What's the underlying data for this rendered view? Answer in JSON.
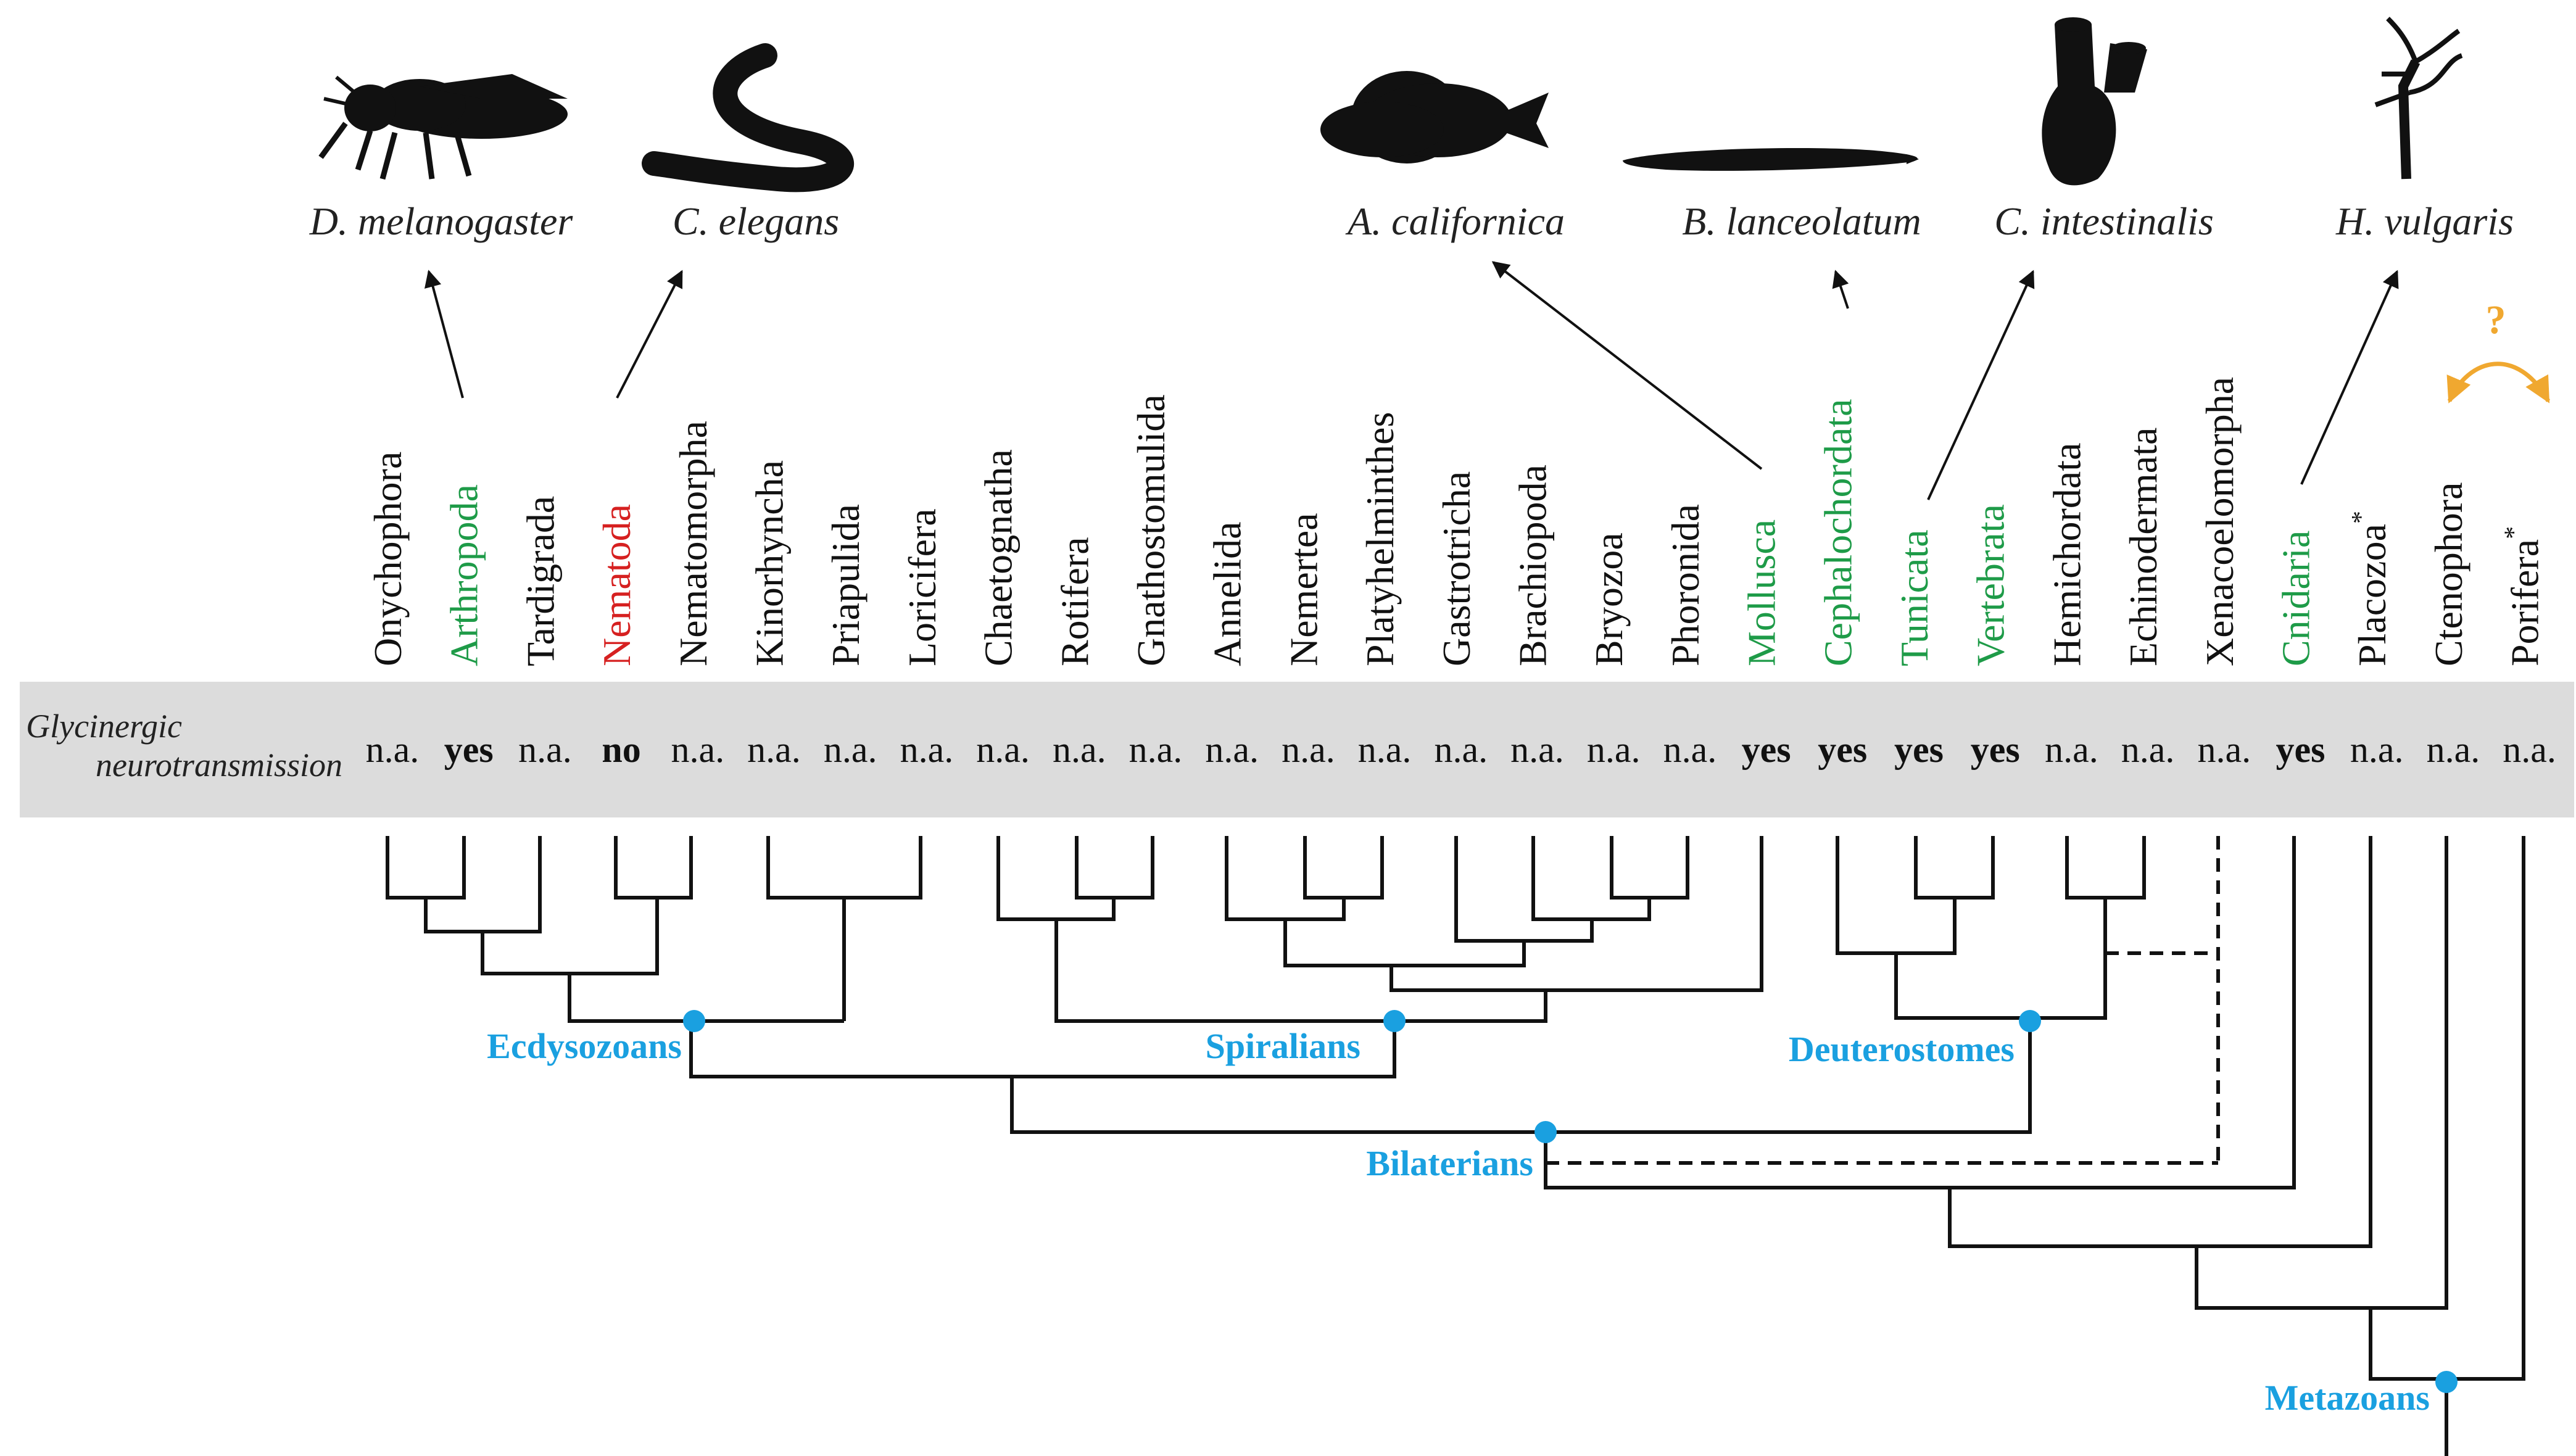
{
  "colors": {
    "positive": "#1e9b48",
    "negative": "#d62020",
    "neutral": "#111111",
    "clade_label": "#1aa0e0",
    "uncertain": "#f0a830",
    "band": "#dcdcdc"
  },
  "species": [
    {
      "name": "D. melanogaster",
      "icon": "fly-silhouette-icon"
    },
    {
      "name": "C. elegans",
      "icon": "worm-silhouette-icon"
    },
    {
      "name": "A. californica",
      "icon": "sea-slug-silhouette-icon"
    },
    {
      "name": "B. lanceolatum",
      "icon": "lancelet-silhouette-icon"
    },
    {
      "name": "C. intestinalis",
      "icon": "sea-squirt-silhouette-icon"
    },
    {
      "name": "H. vulgaris",
      "icon": "hydra-silhouette-icon"
    }
  ],
  "band_label": {
    "line1": "Glycinergic",
    "line2": "neurotransmission"
  },
  "taxa": [
    {
      "name": "Onychophora",
      "status": "n.a.",
      "color": "neutral"
    },
    {
      "name": "Arthropoda",
      "status": "yes",
      "color": "positive"
    },
    {
      "name": "Tardigrada",
      "status": "n.a.",
      "color": "neutral"
    },
    {
      "name": "Nematoda",
      "status": "no",
      "color": "negative"
    },
    {
      "name": "Nematomorpha",
      "status": "n.a.",
      "color": "neutral"
    },
    {
      "name": "Kinorhyncha",
      "status": "n.a.",
      "color": "neutral"
    },
    {
      "name": "Priapulida",
      "status": "n.a.",
      "color": "neutral"
    },
    {
      "name": "Loricifera",
      "status": "n.a.",
      "color": "neutral"
    },
    {
      "name": "Chaetognatha",
      "status": "n.a.",
      "color": "neutral"
    },
    {
      "name": "Rotifera",
      "status": "n.a.",
      "color": "neutral"
    },
    {
      "name": "Gnathostomulida",
      "status": "n.a.",
      "color": "neutral"
    },
    {
      "name": "Annelida",
      "status": "n.a.",
      "color": "neutral"
    },
    {
      "name": "Nemertea",
      "status": "n.a.",
      "color": "neutral"
    },
    {
      "name": "Platyhelminthes",
      "status": "n.a.",
      "color": "neutral"
    },
    {
      "name": "Gastrotricha",
      "status": "n.a.",
      "color": "neutral"
    },
    {
      "name": "Brachiopoda",
      "status": "n.a.",
      "color": "neutral"
    },
    {
      "name": "Bryozoa",
      "status": "n.a.",
      "color": "neutral"
    },
    {
      "name": "Phoronida",
      "status": "n.a.",
      "color": "neutral"
    },
    {
      "name": "Mollusca",
      "status": "yes",
      "color": "positive"
    },
    {
      "name": "Cephalochordata",
      "status": "yes",
      "color": "positive"
    },
    {
      "name": "Tunicata",
      "status": "yes",
      "color": "positive"
    },
    {
      "name": "Vertebrata",
      "status": "yes",
      "color": "positive"
    },
    {
      "name": "Hemichordata",
      "status": "n.a.",
      "color": "neutral"
    },
    {
      "name": "Echinodermata",
      "status": "n.a.",
      "color": "neutral"
    },
    {
      "name": "Xenacoelomorpha",
      "status": "n.a.",
      "color": "neutral"
    },
    {
      "name": "Cnidaria",
      "status": "yes",
      "color": "positive"
    },
    {
      "name": "Placozoa",
      "status": "n.a.",
      "color": "neutral",
      "mark": "*"
    },
    {
      "name": "Ctenophora",
      "status": "n.a.",
      "color": "neutral"
    },
    {
      "name": "Porifera",
      "status": "n.a.",
      "color": "neutral",
      "mark": "*"
    }
  ],
  "clades": [
    "Ecdysozoans",
    "Spiralians",
    "Deuterostomes",
    "Bilaterians",
    "Metazoans"
  ],
  "uncertainty_mark": "?"
}
